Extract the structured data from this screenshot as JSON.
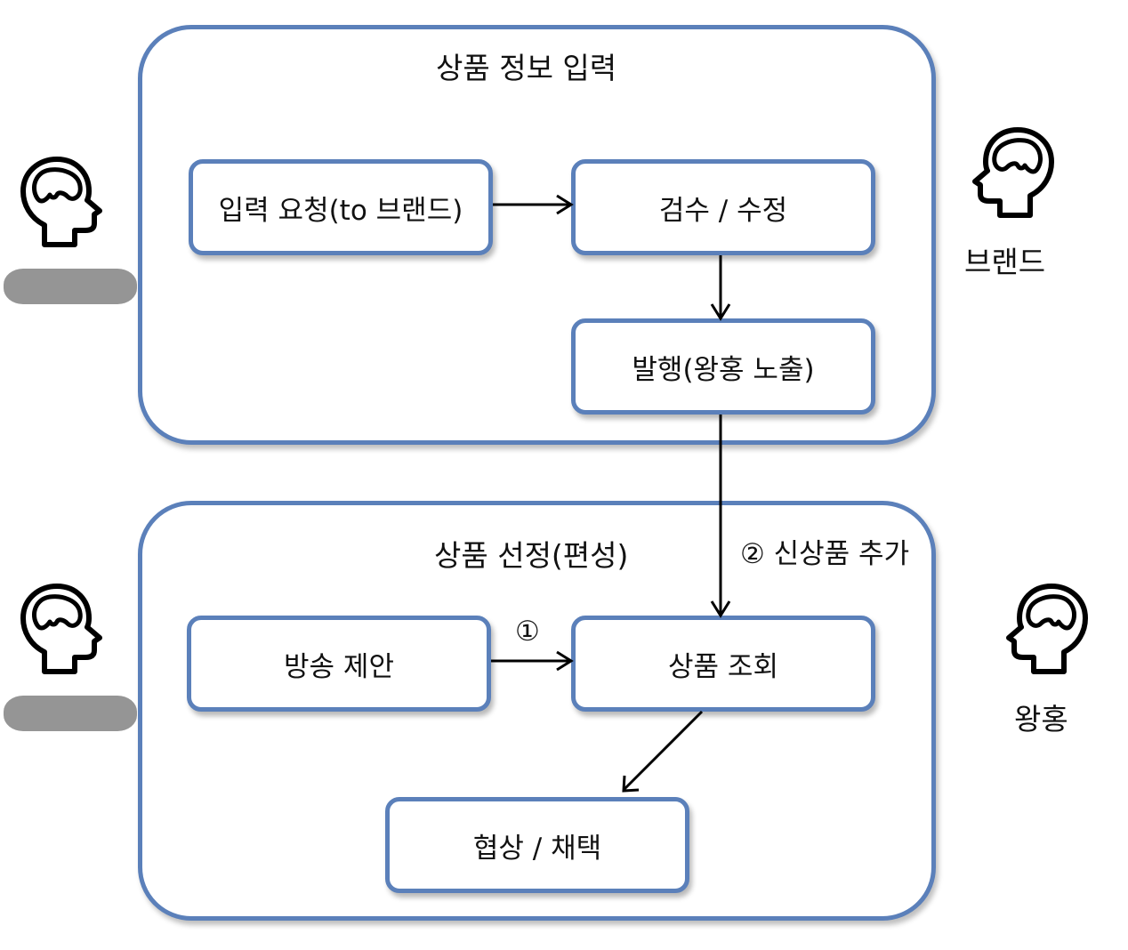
{
  "groups": {
    "input": {
      "title": "상품 정보 입력"
    },
    "selection": {
      "title": "상품 선정(편성)"
    }
  },
  "nodes": {
    "request": "입력 요청(to 브랜드)",
    "review": "검수 / 수정",
    "publish": "발행(왕홍 노출)",
    "proposal": "방송 제안",
    "lookup": "상품 조회",
    "negotiate": "협상 / 채택"
  },
  "edges": {
    "proposal_to_lookup": "①",
    "publish_to_lookup": "② 신상품 추가"
  },
  "actors": {
    "left_top": {
      "icon": "head-brain-icon",
      "label_redacted": true
    },
    "left_bottom": {
      "icon": "head-brain-icon",
      "label_redacted": true
    },
    "brand": {
      "icon": "head-brain-icon",
      "label": "브랜드"
    },
    "influencer": {
      "icon": "head-brain-icon",
      "label": "왕홍"
    }
  },
  "colors": {
    "accent": "#5b80ba",
    "redaction": "#959595",
    "line": "#000000"
  }
}
